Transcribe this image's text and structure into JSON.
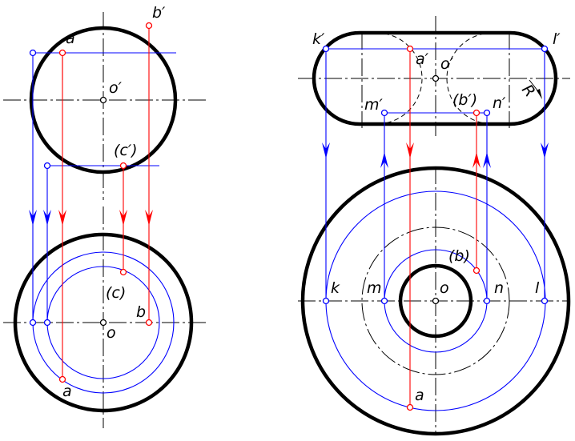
{
  "colors": {
    "outline": "#000000",
    "projection_blue": "#0000ff",
    "projection_red": "#ff0000",
    "background": "#ffffff"
  },
  "left_view": {
    "top_labels": {
      "a": "a′",
      "b": "b′",
      "o": "o′",
      "c": "(c′)"
    },
    "bottom_labels": {
      "c": "(c)",
      "b": "b",
      "o": "o",
      "a": "a"
    }
  },
  "right_view": {
    "top_labels": {
      "k": "k′",
      "l": "l′",
      "a": "a′",
      "o": "o′",
      "m": "m′",
      "b": "(b′)",
      "n": "n′",
      "r": "R"
    },
    "bottom_labels": {
      "b": "(b)",
      "k": "k",
      "m": "m",
      "o": "o",
      "n": "n",
      "l": "l",
      "a": "a"
    }
  }
}
